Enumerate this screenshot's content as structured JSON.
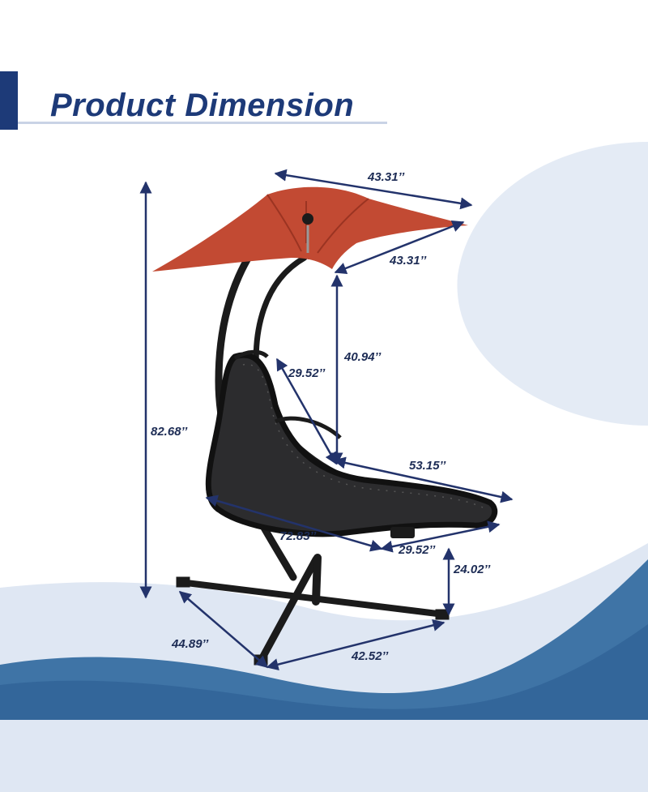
{
  "title": "Product Dimension",
  "dimensions": {
    "canopy_width": "43.31’’",
    "canopy_depth": "43.31’’",
    "total_height": "82.68’’",
    "hang_height": "40.94’’",
    "seat_back_width": "29.52’’",
    "seat_length": "53.15’’",
    "lounger_length": "72.83’’",
    "lounger_width": "29.52’’",
    "seat_height": "24.02’’",
    "base_depth": "44.89’’",
    "base_width": "42.52’’"
  },
  "colors": {
    "title": "#1d3a78",
    "canopy": "#c24a33",
    "frame": "#1b1b1b",
    "wave_light": "#dfe7f3",
    "wave_dark": "#3f74a6",
    "arrow": "#23336b"
  }
}
